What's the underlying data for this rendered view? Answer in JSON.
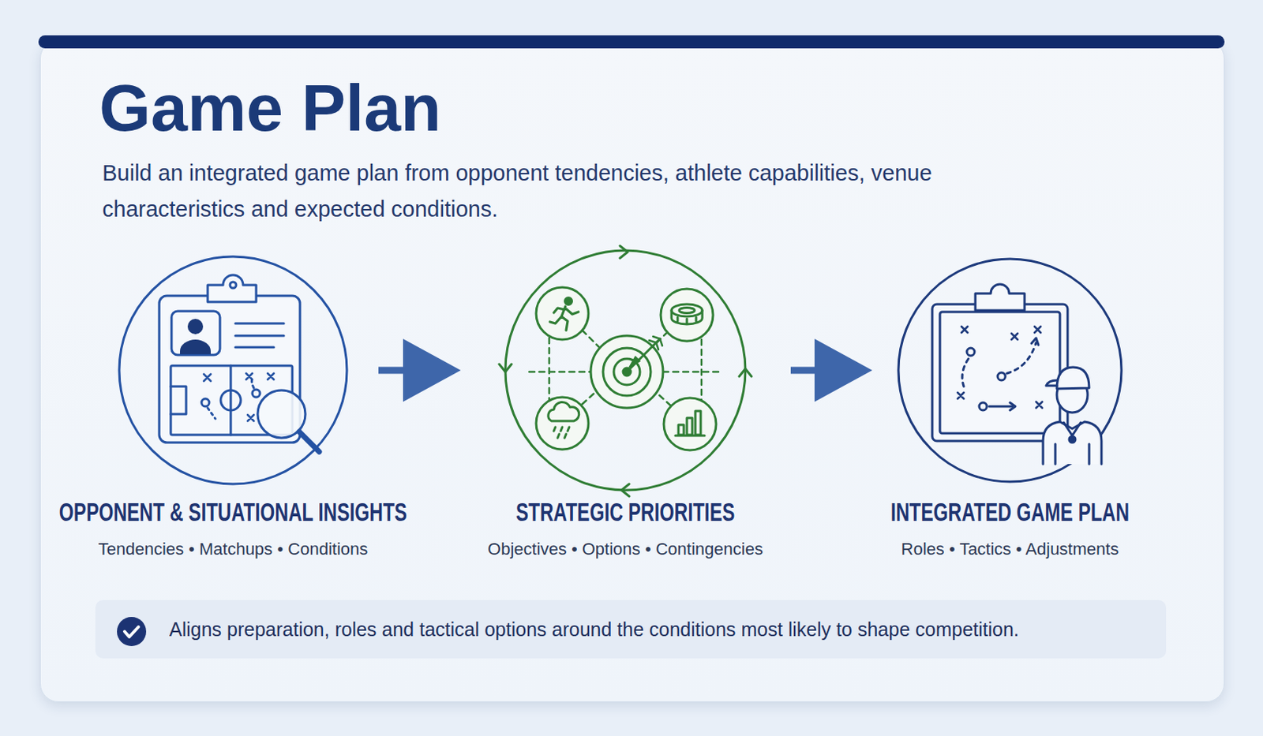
{
  "diagram": {
    "title": "Game Plan",
    "nodes": [
      {
        "text": [
          "OPPONENT & SITUATIONAL INSIGHTS",
          "Tendencies • Matchups • Conditions"
        ]
      },
      {
        "text": [
          "STRATEGIC PRIORITIES",
          "Objectives • Options • Contingencies"
        ]
      },
      {
        "text": [
          "INTEGRATED GAME PLAN",
          "Roles • Tactics • Adjustments"
        ]
      },
      {
        "text": [
          "Aligns preparation, roles and tactical options around the conditions most likely to shape competition."
        ]
      }
    ],
    "edges": [
      {
        "from": 0,
        "to": 1,
        "arrow": "to"
      },
      {
        "from": 1,
        "to": 2,
        "arrow": "to"
      }
    ],
    "labels": [
      "Build an integrated game plan from opponent tendencies, athlete capabilities, venue characteristics and expected conditions."
    ]
  }
}
